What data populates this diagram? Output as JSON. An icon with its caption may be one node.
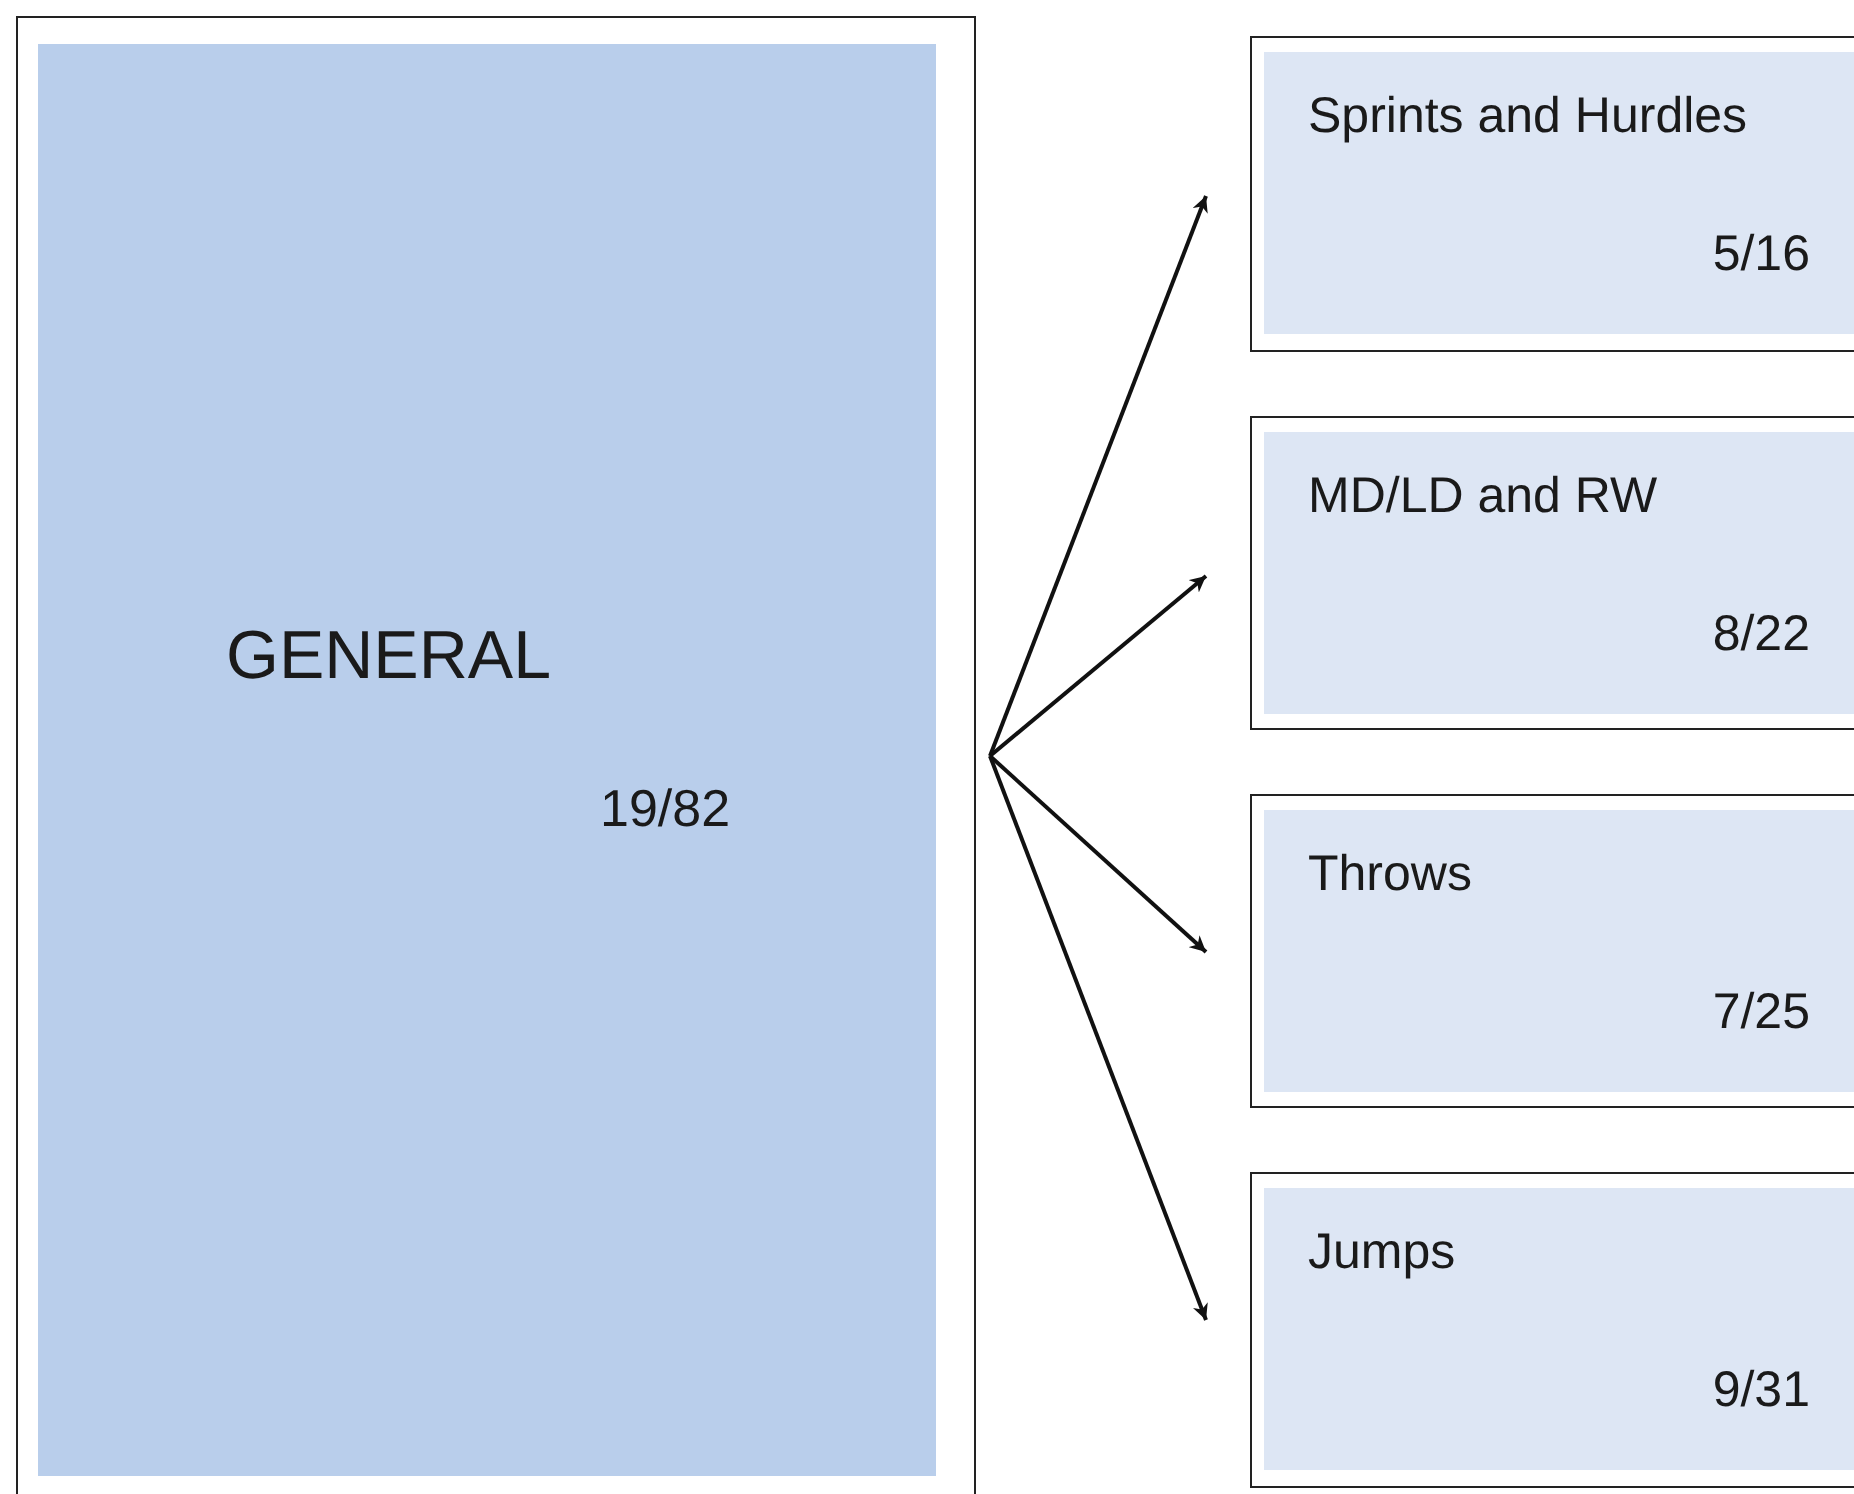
{
  "diagram": {
    "nodes": [
      {
        "text": [
          "GENERAL",
          "19/82"
        ]
      },
      {
        "text": [
          "Sprints and Hurdles",
          "5/16"
        ]
      },
      {
        "text": [
          "MD/LD and RW",
          "8/22"
        ]
      },
      {
        "text": [
          "Throws",
          "7/25"
        ]
      },
      {
        "text": [
          "Jumps",
          "9/31"
        ]
      }
    ],
    "edges": [
      {
        "from": 0,
        "to": 1,
        "arrow": "to"
      },
      {
        "from": 0,
        "to": 2,
        "arrow": "to"
      },
      {
        "from": 0,
        "to": 3,
        "arrow": "to"
      },
      {
        "from": 0,
        "to": 4,
        "arrow": "to"
      }
    ]
  }
}
